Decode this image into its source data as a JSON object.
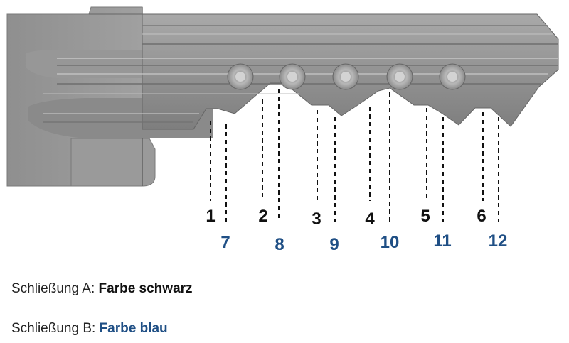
{
  "colors": {
    "black": "#111111",
    "blue": "#1f4f85",
    "key_body": "#8e8e8e",
    "key_light": "#b4b4b4",
    "key_dark": "#6a6a6a"
  },
  "positions_a": [
    "1",
    "2",
    "3",
    "4",
    "5",
    "6"
  ],
  "positions_b": [
    "7",
    "8",
    "9",
    "10",
    "11",
    "12"
  ],
  "legend": {
    "a": {
      "label": "Schließung A: ",
      "value": "Farbe schwarz"
    },
    "b": {
      "label": "Schließung B: ",
      "value": "Farbe blau"
    }
  }
}
